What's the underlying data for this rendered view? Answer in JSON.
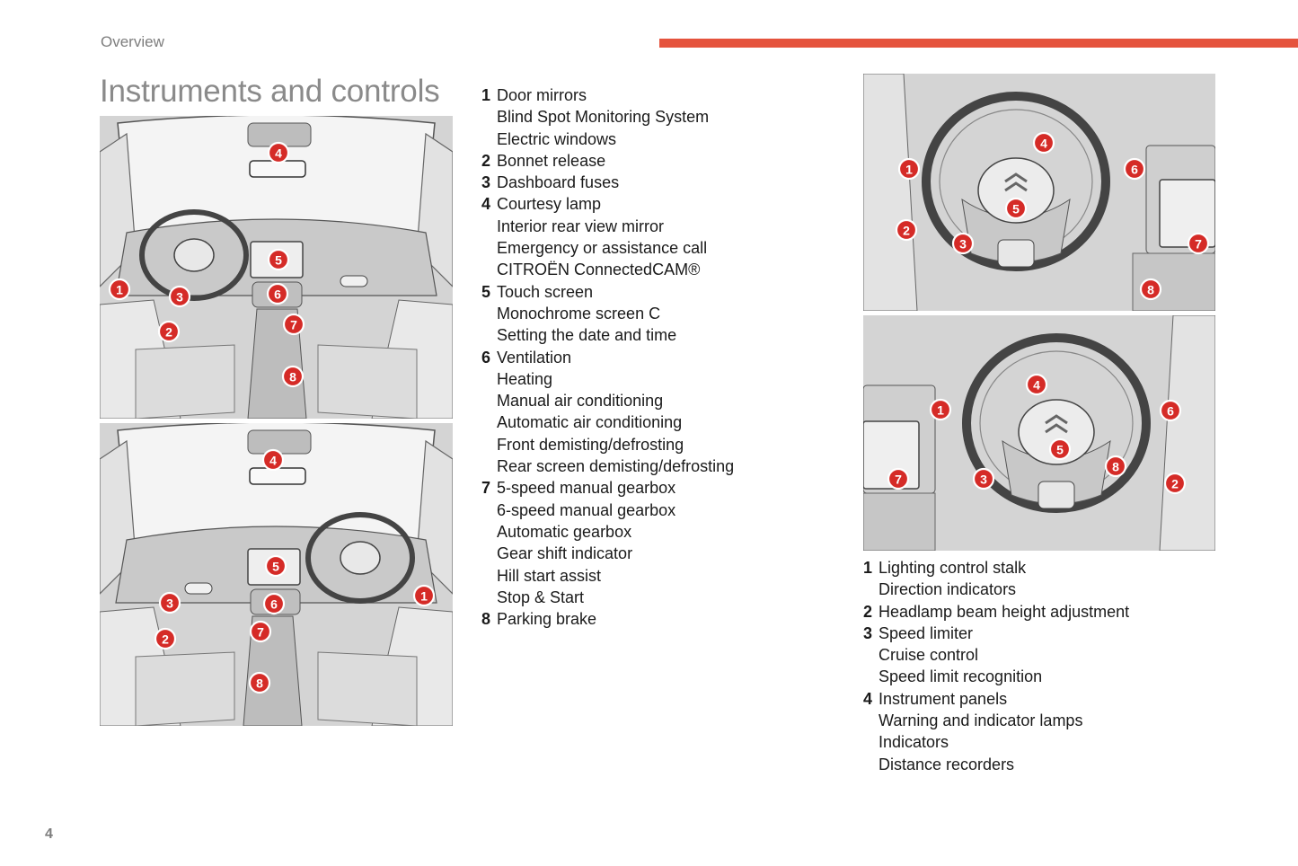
{
  "header": {
    "section": "Overview",
    "accent_color": "#e5533d"
  },
  "title": "Instruments and controls",
  "page_number": "4",
  "marker_color": "#d52b27",
  "illustrations": {
    "lhd_cabin": {
      "markers": [
        "4",
        "5",
        "1",
        "3",
        "6",
        "2",
        "7",
        "8"
      ]
    },
    "rhd_cabin": {
      "markers": [
        "4",
        "5",
        "3",
        "6",
        "1",
        "2",
        "7",
        "8"
      ]
    },
    "lhd_wheel": {
      "markers": [
        "4",
        "1",
        "6",
        "5",
        "2",
        "3",
        "7",
        "8"
      ]
    },
    "rhd_wheel": {
      "markers": [
        "4",
        "1",
        "6",
        "5",
        "8",
        "7",
        "3",
        "2"
      ]
    }
  },
  "legend_left": [
    {
      "num": "1",
      "text": "Door mirrors"
    },
    {
      "num": "",
      "text": "Blind Spot Monitoring System"
    },
    {
      "num": "",
      "text": "Electric windows"
    },
    {
      "num": "2",
      "text": "Bonnet release"
    },
    {
      "num": "3",
      "text": "Dashboard fuses"
    },
    {
      "num": "4",
      "text": "Courtesy lamp"
    },
    {
      "num": "",
      "text": "Interior rear view mirror"
    },
    {
      "num": "",
      "text": "Emergency or assistance call"
    },
    {
      "num": "",
      "text": "CITROËN ConnectedCAM®"
    },
    {
      "num": "5",
      "text": "Touch screen"
    },
    {
      "num": "",
      "text": "Monochrome screen C"
    },
    {
      "num": "",
      "text": "Setting the date and time"
    },
    {
      "num": "6",
      "text": "Ventilation"
    },
    {
      "num": "",
      "text": "Heating"
    },
    {
      "num": "",
      "text": "Manual air conditioning"
    },
    {
      "num": "",
      "text": "Automatic air conditioning"
    },
    {
      "num": "",
      "text": "Front demisting/defrosting"
    },
    {
      "num": "",
      "text": "Rear screen demisting/defrosting"
    },
    {
      "num": "7",
      "text": "5-speed manual gearbox"
    },
    {
      "num": "",
      "text": "6-speed manual gearbox"
    },
    {
      "num": "",
      "text": "Automatic gearbox"
    },
    {
      "num": "",
      "text": "Gear shift indicator"
    },
    {
      "num": "",
      "text": "Hill start assist"
    },
    {
      "num": "",
      "text": "Stop & Start"
    },
    {
      "num": "8",
      "text": "Parking brake"
    }
  ],
  "legend_right": [
    {
      "num": "1",
      "text": "Lighting control stalk"
    },
    {
      "num": "",
      "text": "Direction indicators"
    },
    {
      "num": "2",
      "text": "Headlamp beam height adjustment"
    },
    {
      "num": "3",
      "text": "Speed limiter"
    },
    {
      "num": "",
      "text": "Cruise control"
    },
    {
      "num": "",
      "text": "Speed limit recognition"
    },
    {
      "num": "4",
      "text": "Instrument panels"
    },
    {
      "num": "",
      "text": "Warning and indicator lamps"
    },
    {
      "num": "",
      "text": "Indicators"
    },
    {
      "num": "",
      "text": "Distance recorders"
    }
  ]
}
